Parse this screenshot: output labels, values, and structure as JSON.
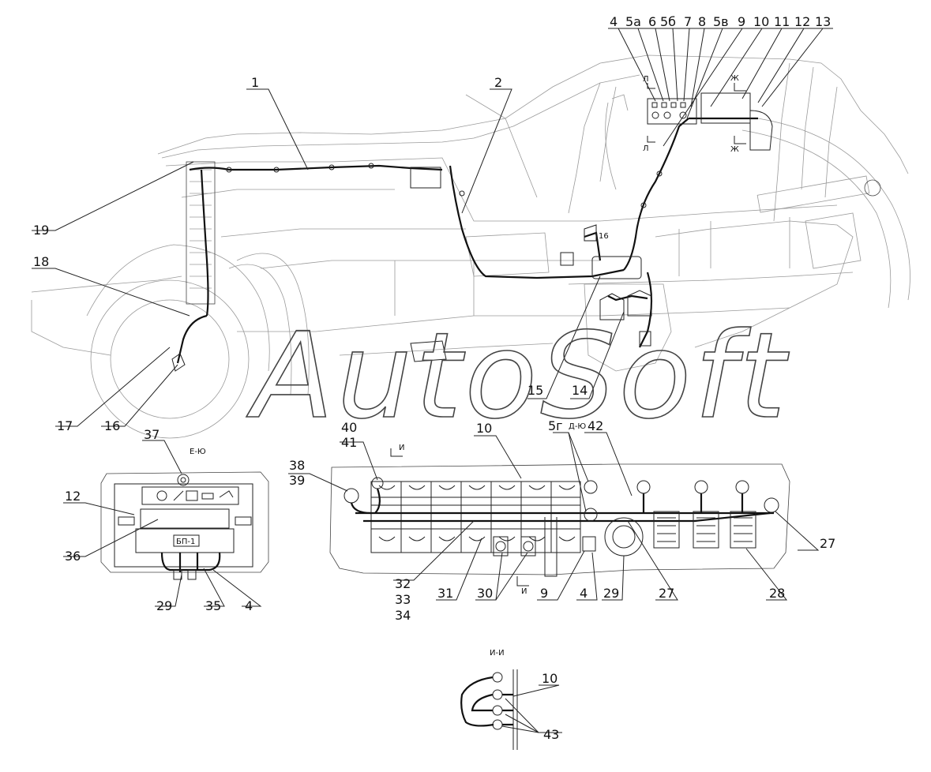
{
  "watermark": "AutoSoft",
  "labels": {
    "view_eyo": "Е-Ю",
    "view_dyu": "Д-Ю",
    "view_ii": "И-И",
    "block_name": "БП-1",
    "sec_i_top": "И",
    "sec_i_bottom": "И",
    "sec_zh_top": "Ж",
    "sec_zh_bottom": "Ж",
    "sec_l_top": "Л",
    "sec_l_bottom": "Л",
    "ref_16": "16"
  },
  "callouts": {
    "c1": "1",
    "c2": "2",
    "c4top": "4",
    "c5a": "5а",
    "c6": "6",
    "c5b": "5б",
    "c7": "7",
    "c8": "8",
    "c5v": "5в",
    "c9top": "9",
    "c10top": "10",
    "c11": "11",
    "c12top": "12",
    "c13": "13",
    "c14": "14",
    "c15": "15",
    "c16": "16",
    "c17": "17",
    "c18": "18",
    "c19": "19",
    "c37": "37",
    "c12": "12",
    "c36": "36",
    "c29a": "29",
    "c35": "35",
    "c4a": "4",
    "c40": "40",
    "c41": "41",
    "c10mid": "10",
    "c5g": "5г",
    "c42": "42",
    "c38": "38",
    "c39": "39",
    "c27a": "27",
    "c32": "32",
    "c33": "33",
    "c34": "34",
    "c31": "31",
    "c30": "30",
    "c9mid": "9",
    "c4b": "4",
    "c29b": "29",
    "c27b": "27",
    "c28": "28",
    "c10bot": "10",
    "c43": "43"
  }
}
